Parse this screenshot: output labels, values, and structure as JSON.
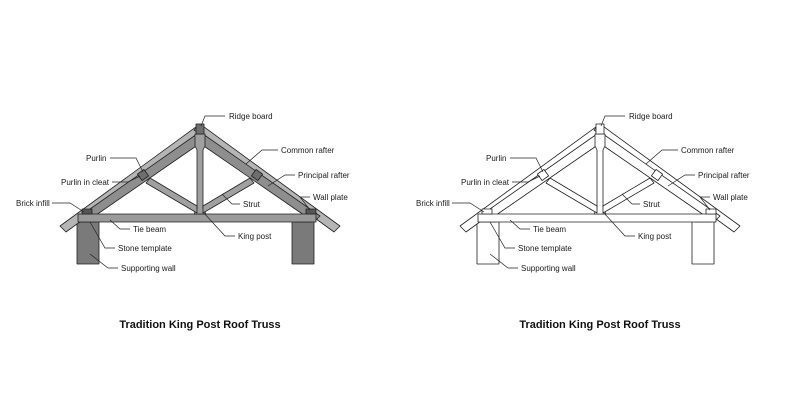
{
  "panels": [
    {
      "style": "shaded",
      "caption": "Tradition King Post Roof Truss",
      "labels": {
        "ridge_board": "Ridge board",
        "purlin": "Purlin",
        "common_rafter": "Common rafter",
        "purlin_in_cleat": "Purlin in cleat",
        "principal_rafter": "Principal rafter",
        "wall_plate": "Wall plate",
        "brick_infill": "Brick infill",
        "strut": "Strut",
        "tie_beam": "Tie beam",
        "king_post": "King post",
        "stone_template": "Stone template",
        "supporting_wall": "Supporting wall"
      }
    },
    {
      "style": "outline",
      "caption": "Tradition King Post Roof Truss",
      "labels": {
        "ridge_board": "Ridge board",
        "purlin": "Purlin",
        "common_rafter": "Common rafter",
        "purlin_in_cleat": "Purlin in cleat",
        "principal_rafter": "Principal rafter",
        "wall_plate": "Wall plate",
        "brick_infill": "Brick infill",
        "strut": "Strut",
        "tie_beam": "Tie beam",
        "king_post": "King post",
        "stone_template": "Stone template",
        "supporting_wall": "Supporting wall"
      }
    }
  ],
  "colors": {
    "shaded_fill": "#9a9a9a",
    "shaded_dark": "#6e6e6e",
    "outline_fill": "#ffffff",
    "stroke": "#222222"
  }
}
